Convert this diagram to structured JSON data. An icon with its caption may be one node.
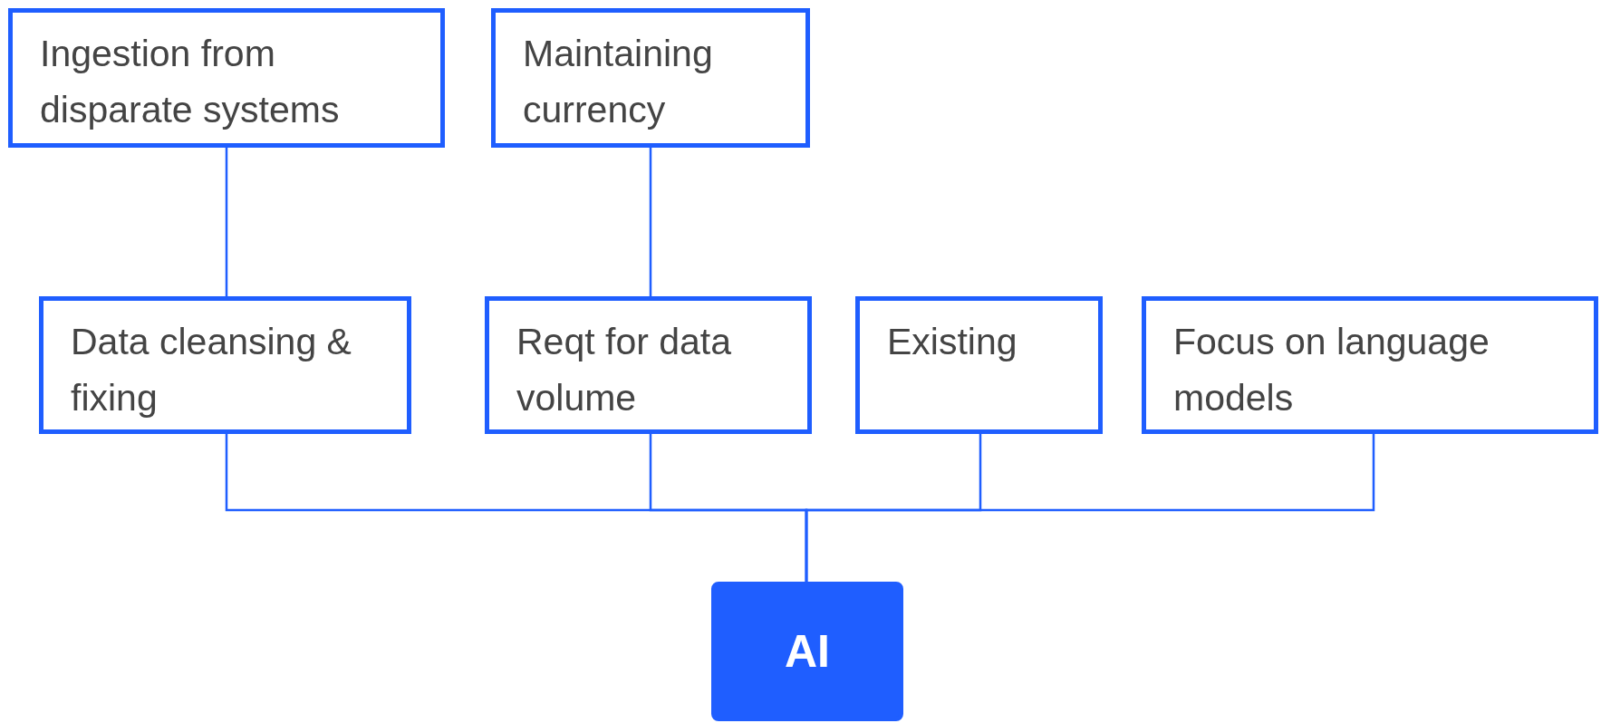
{
  "diagram": {
    "nodes": [
      {
        "text": [
          "Ingestion from disparate systems"
        ]
      },
      {
        "text": [
          "Maintaining currency"
        ]
      },
      {
        "text": [
          "Data cleansing & fixing"
        ]
      },
      {
        "text": [
          "Reqt for data volume"
        ]
      },
      {
        "text": [
          "Existing"
        ]
      },
      {
        "text": [
          "Focus on language models"
        ]
      },
      {
        "text": [
          "AI"
        ]
      }
    ],
    "edges": [
      {
        "from": 0,
        "to": 2,
        "arrow": "none"
      },
      {
        "from": 1,
        "to": 3,
        "arrow": "none"
      },
      {
        "from": 2,
        "to": 6,
        "arrow": "none"
      },
      {
        "from": 3,
        "to": 6,
        "arrow": "none"
      },
      {
        "from": 4,
        "to": 6,
        "arrow": "none"
      },
      {
        "from": 5,
        "to": 6,
        "arrow": "none"
      }
    ]
  }
}
